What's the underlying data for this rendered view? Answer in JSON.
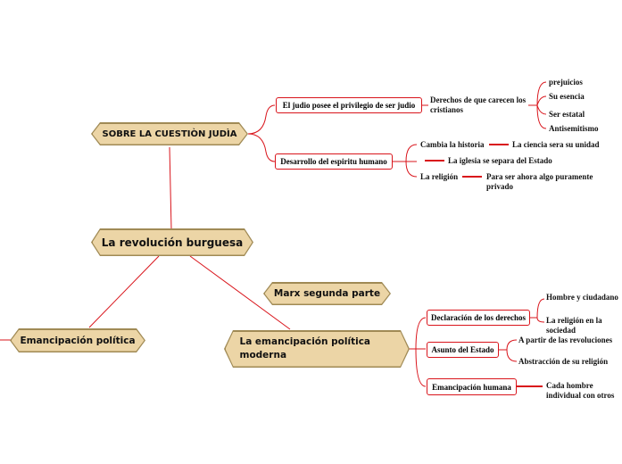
{
  "central": "La revolución burguesa",
  "top": {
    "label": "SOBRE LA CUESTIÒN JUDÌA",
    "b1": {
      "label": "El judio posee el privilegio de ser judio",
      "next": "Derechos de que carecen los cristianos",
      "leaves": [
        "prejuicios",
        "Su esencia",
        "Ser estatal",
        "Antisemitismo"
      ]
    },
    "b2": {
      "label": "Desarrollo del espiritu humano",
      "r1a": "Cambia la historia",
      "r1b": "La ciencia sera su unidad",
      "r2": "La iglesia se separa del Estado",
      "r3a": "La religión",
      "r3b": "Para ser ahora  algo puramente privado"
    }
  },
  "marx": "Marx segunda parte",
  "left": "Emancipación política",
  "moderna": {
    "label": "La emancipación política moderna",
    "d1": {
      "label": "Declaración de los derechos",
      "leaves": [
        "Hombre y ciudadano",
        "La religión en la sociedad"
      ]
    },
    "d2": {
      "label": "Asunto del Estado",
      "leaves": [
        "A partir de las revoluciones",
        "Abstracción de su religión"
      ]
    },
    "d3": {
      "label": "Emancipación humana",
      "leaf": "Cada hombre individual con otros"
    }
  },
  "colors": {
    "line": "#d9141b",
    "node": "#ecd5a6"
  }
}
